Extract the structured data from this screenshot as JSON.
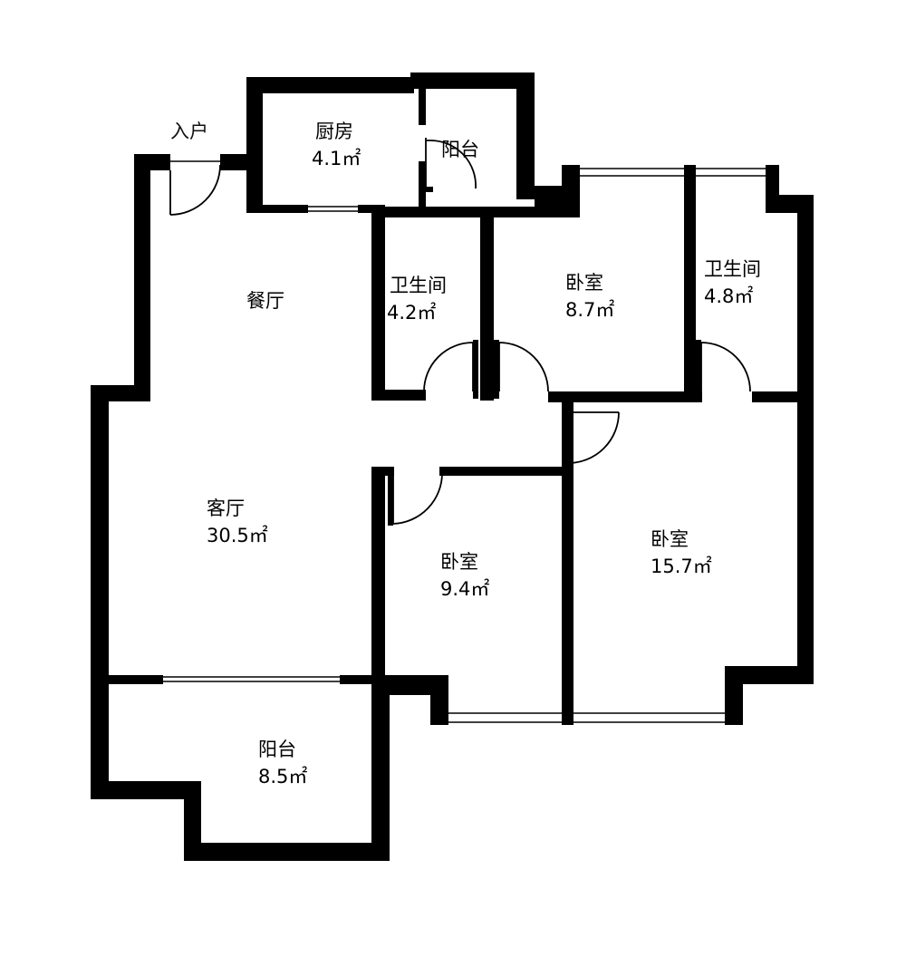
{
  "title": "户型图",
  "entry_label": "入户",
  "rooms": [
    {
      "name": "厨房",
      "area": "4.1㎡"
    },
    {
      "name": "阳台",
      "area": ""
    },
    {
      "name": "餐厅",
      "area": ""
    },
    {
      "name": "卫生间",
      "area": "4.2㎡"
    },
    {
      "name": "卧室",
      "area": "8.7㎡"
    },
    {
      "name": "卫生间",
      "area": "4.8㎡"
    },
    {
      "name": "客厅",
      "area": "30.5㎡"
    },
    {
      "name": "卧室",
      "area": "9.4㎡"
    },
    {
      "name": "卧室",
      "area": "15.7㎡"
    },
    {
      "name": "阳台",
      "area": "8.5㎡"
    }
  ],
  "colors": {
    "wall": "#000000",
    "background": "#ffffff"
  }
}
